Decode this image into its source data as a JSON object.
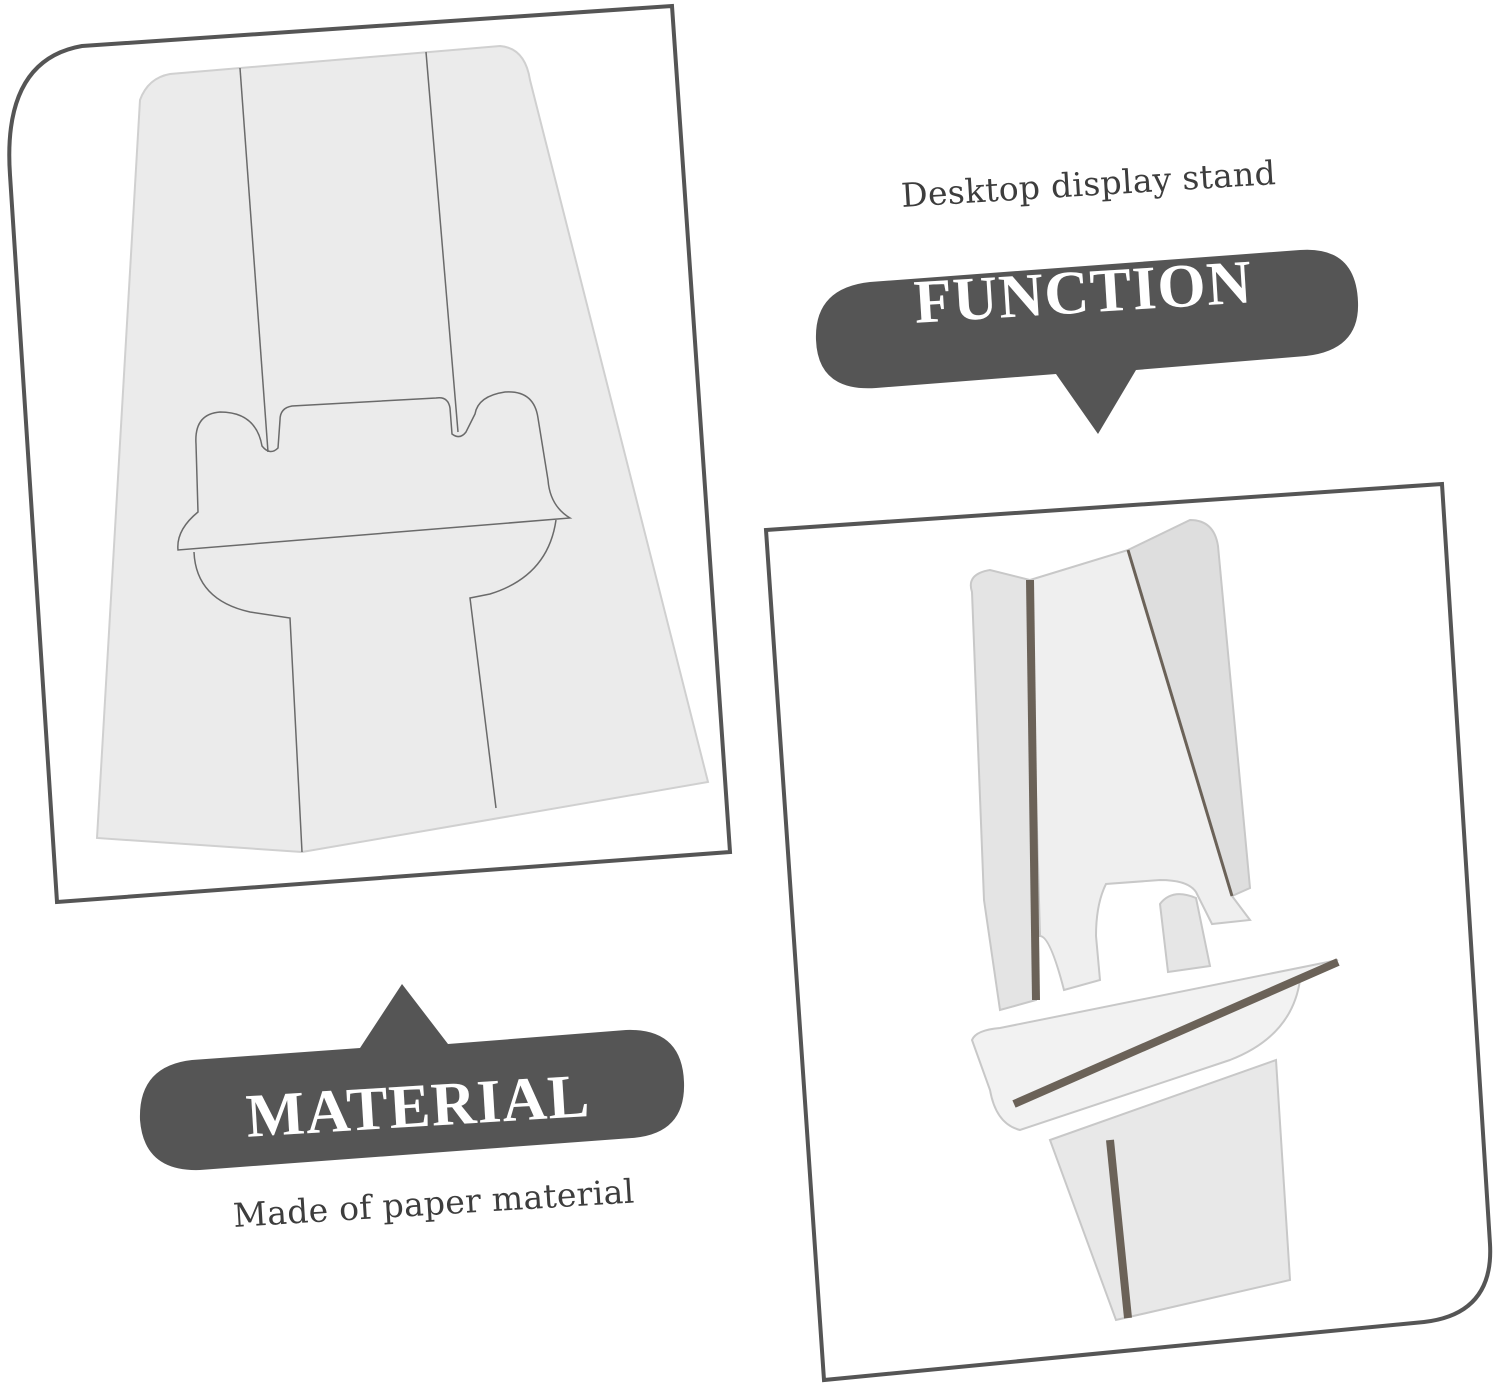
{
  "function": {
    "caption": "Desktop display stand",
    "title": "FUNCTION"
  },
  "material": {
    "title": "MATERIAL",
    "caption": "Made of paper material"
  },
  "colors": {
    "badge": "#555555",
    "frame": "#555555",
    "card": "#ebebeb",
    "edge": "#6b6258"
  }
}
